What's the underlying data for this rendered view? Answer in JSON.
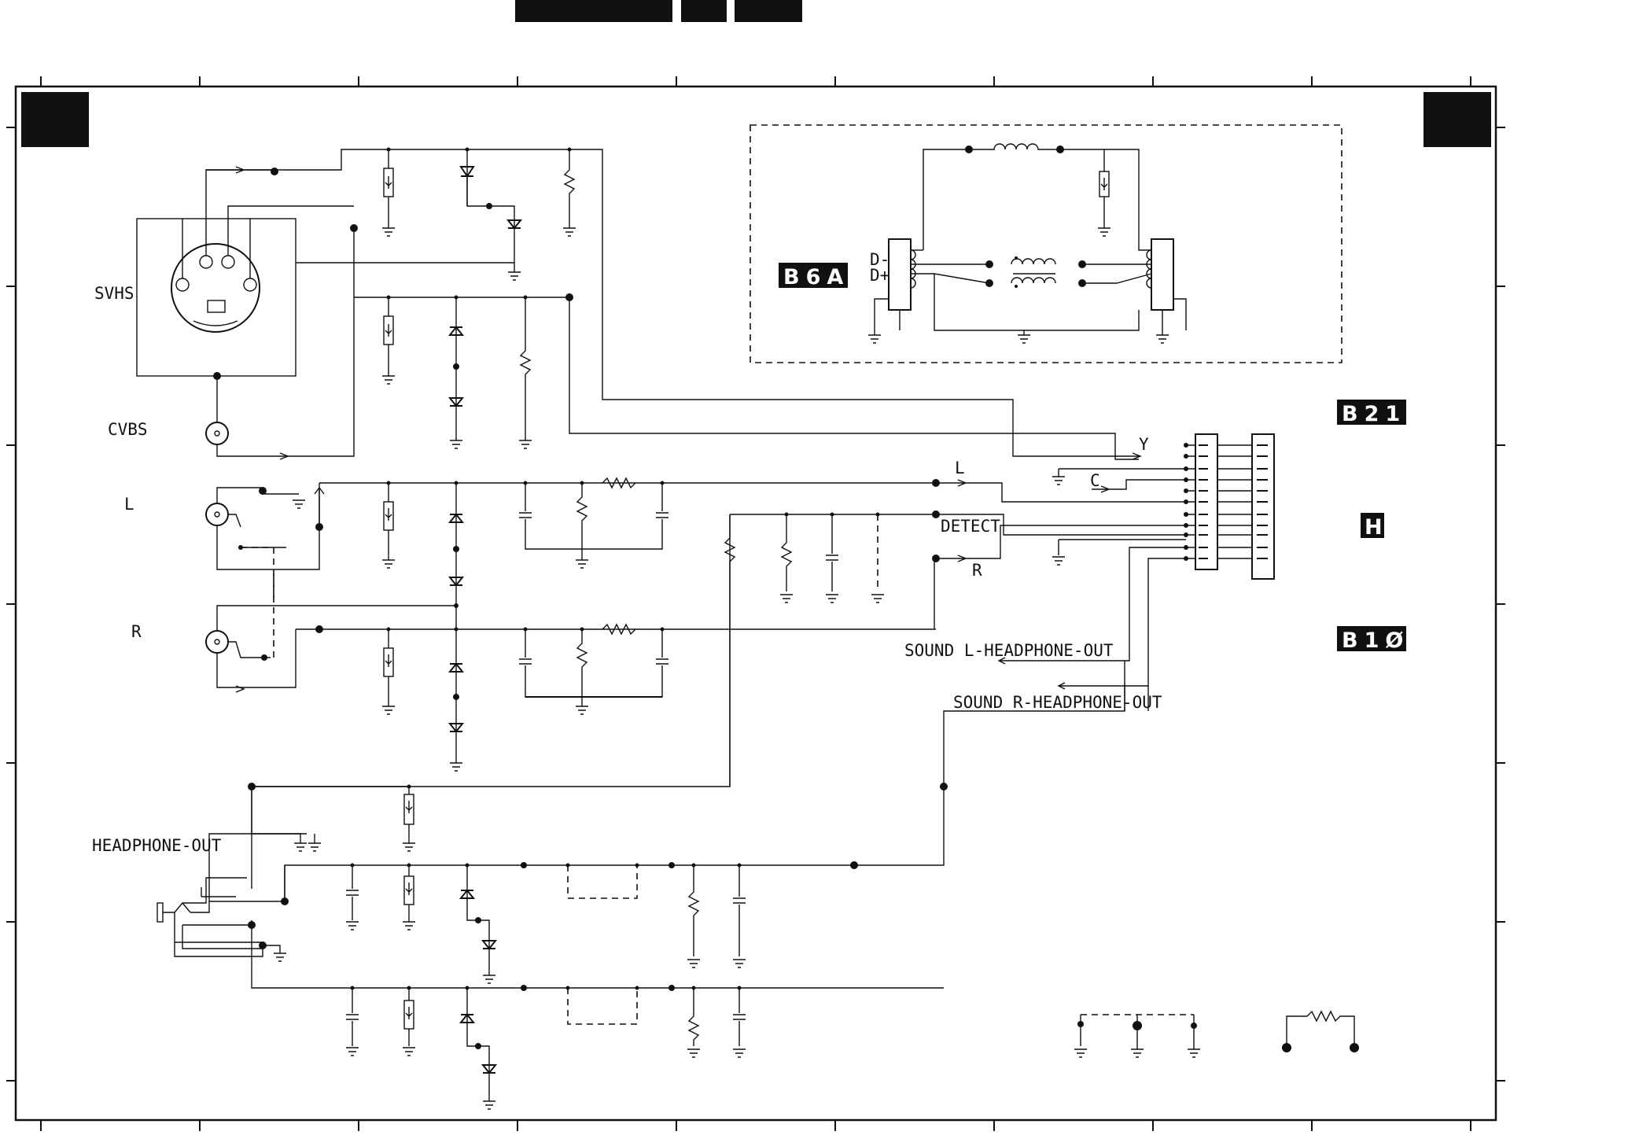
{
  "labels": {
    "svhs": "SVHS",
    "cvbs": "CVBS",
    "l_in": "L",
    "r_in": "R",
    "headphone_out": "HEADPHONE-OUT",
    "y": "Y",
    "c": "C",
    "l_out": "L",
    "detect": "DETECT",
    "r_out": "R",
    "sound_l": "SOUND L-HEADPHONE-OUT",
    "sound_r": "SOUND R-HEADPHONE-OUT",
    "d_minus": "D-",
    "d_plus": "D+"
  },
  "badges": {
    "b6a": "B6A",
    "b21": "B21",
    "h": "H",
    "b10": "B1Ø"
  }
}
